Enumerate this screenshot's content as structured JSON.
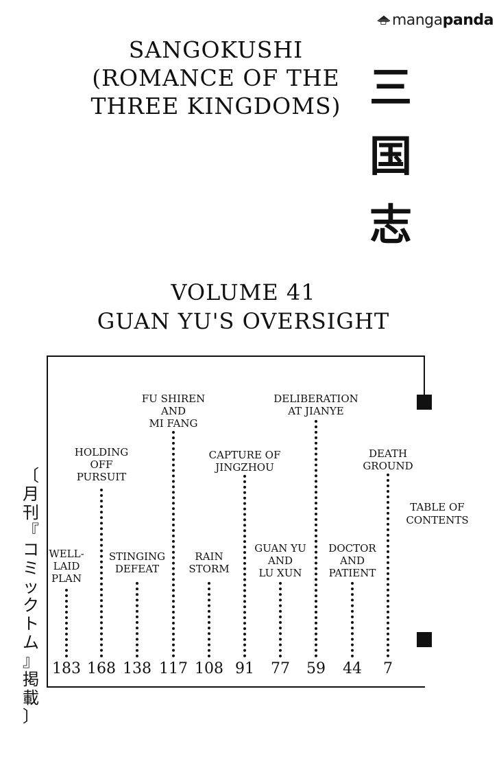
{
  "watermark": {
    "part1": "manga",
    "part2": "panda"
  },
  "series": {
    "title_lines": [
      "SANGOKUSHI",
      "(ROMANCE OF THE",
      "THREE KINGDOMS)"
    ],
    "kanji": [
      "三",
      "国",
      "志"
    ]
  },
  "volume": {
    "line1": "VOLUME 41",
    "line2": "GUAN YU'S OVERSIGHT"
  },
  "side_label": [
    "〔",
    "月",
    "刊",
    "『",
    "コ",
    "ミ",
    "ッ",
    "ク",
    "ト",
    "ム",
    "』",
    "掲",
    "載",
    "〕"
  ],
  "toc_label": {
    "line1": "TABLE OF",
    "line2": "CONTENTS"
  },
  "chapters": [
    {
      "title_lines": [
        "WELL-",
        "LAID",
        "PLAN"
      ],
      "page": "183"
    },
    {
      "title_lines": [
        "HOLDING",
        "OFF",
        "PURSUIT"
      ],
      "page": "168"
    },
    {
      "title_lines": [
        "STINGING",
        "DEFEAT"
      ],
      "page": "138"
    },
    {
      "title_lines": [
        "FU SHIREN",
        "AND",
        "MI FANG"
      ],
      "page": "117"
    },
    {
      "title_lines": [
        "RAIN",
        "STORM"
      ],
      "page": "108"
    },
    {
      "title_lines": [
        "CAPTURE OF",
        "JINGZHOU"
      ],
      "page": "91"
    },
    {
      "title_lines": [
        "GUAN YU",
        "AND",
        "LU XUN"
      ],
      "page": "77"
    },
    {
      "title_lines": [
        "DELIBERATION",
        "AT JIANYE"
      ],
      "page": "59"
    },
    {
      "title_lines": [
        "DOCTOR",
        "AND",
        "PATIENT"
      ],
      "page": "44"
    },
    {
      "title_lines": [
        "DEATH",
        "GROUND"
      ],
      "page": "7"
    }
  ]
}
